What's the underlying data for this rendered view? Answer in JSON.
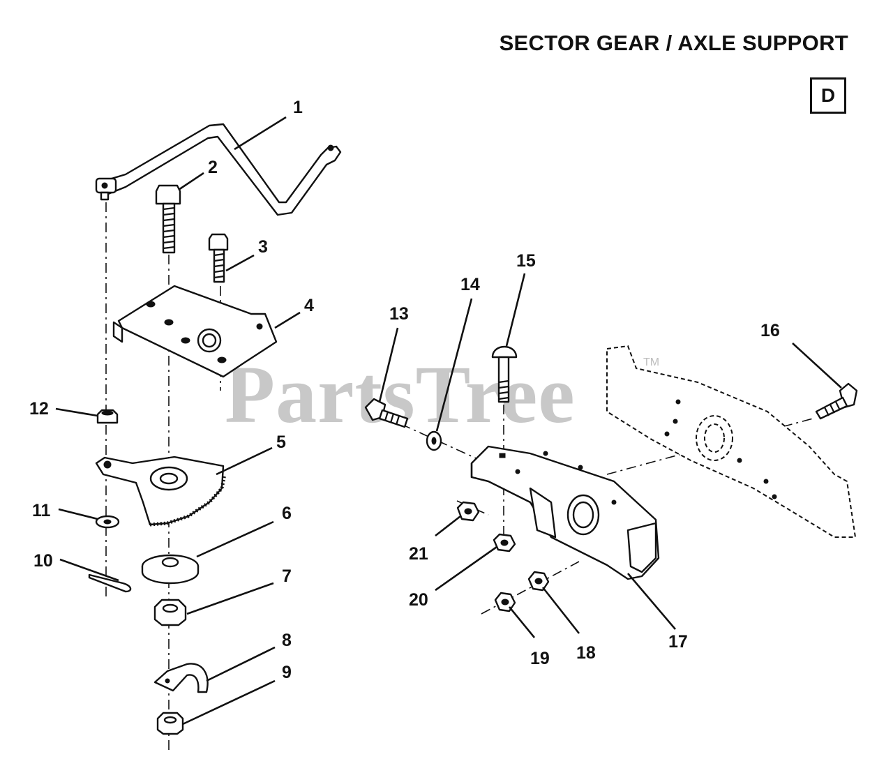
{
  "header": {
    "title": "SECTOR GEAR / AXLE SUPPORT",
    "section_letter": "D"
  },
  "watermark": {
    "text": "PartsTree",
    "trademark": "TM"
  },
  "callouts": [
    "1",
    "2",
    "3",
    "4",
    "5",
    "6",
    "7",
    "8",
    "9",
    "10",
    "11",
    "12",
    "13",
    "14",
    "15",
    "16",
    "17",
    "18",
    "19",
    "20",
    "21"
  ]
}
